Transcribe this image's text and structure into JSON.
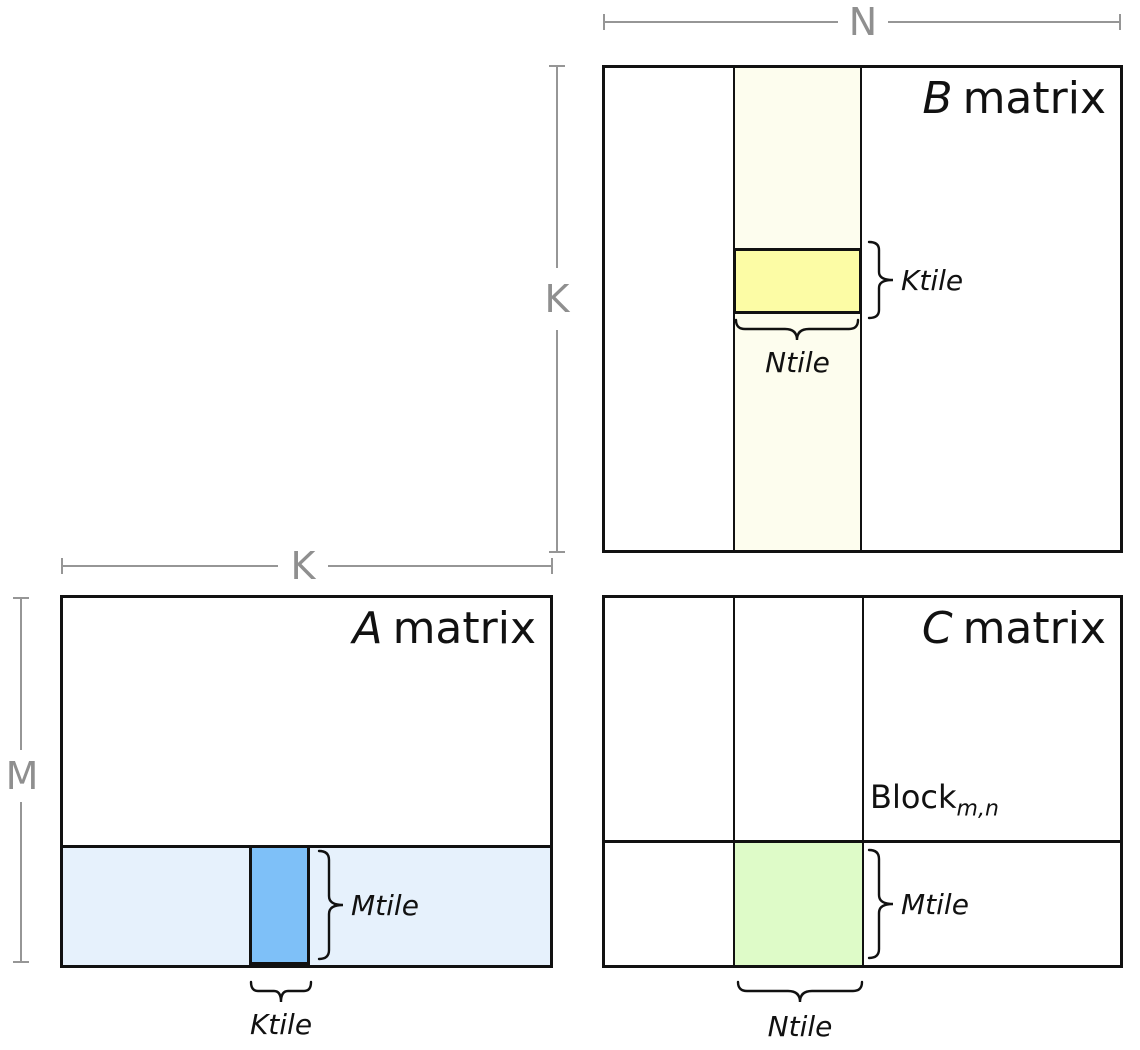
{
  "diagram": {
    "description": "Matrix multiplication tiling diagram (A x B = C) with tile annotations",
    "dimension_labels": {
      "n": "N",
      "k_b": "K",
      "k_a": "K",
      "m": "M"
    },
    "matrix_b": {
      "title_letter": "B",
      "title_word": "matrix",
      "ktile": "Ktile",
      "ntile": "Ntile"
    },
    "matrix_a": {
      "title_letter": "A",
      "title_word": "matrix",
      "mtile": "Mtile",
      "ktile": "Ktile"
    },
    "matrix_c": {
      "title_letter": "C",
      "title_word": "matrix",
      "block_label": "Block",
      "block_subscript": "m,n",
      "mtile": "Mtile",
      "ntile": "Ntile"
    },
    "colors": {
      "b_strip": "#FDFDEE",
      "b_tile": "#FCFCA5",
      "a_strip": "#E6F1FC",
      "a_tile": "#7EC0F8",
      "c_tile": "#DEFBC8",
      "outline": "#111111",
      "dimension_gray": "#969696"
    }
  }
}
